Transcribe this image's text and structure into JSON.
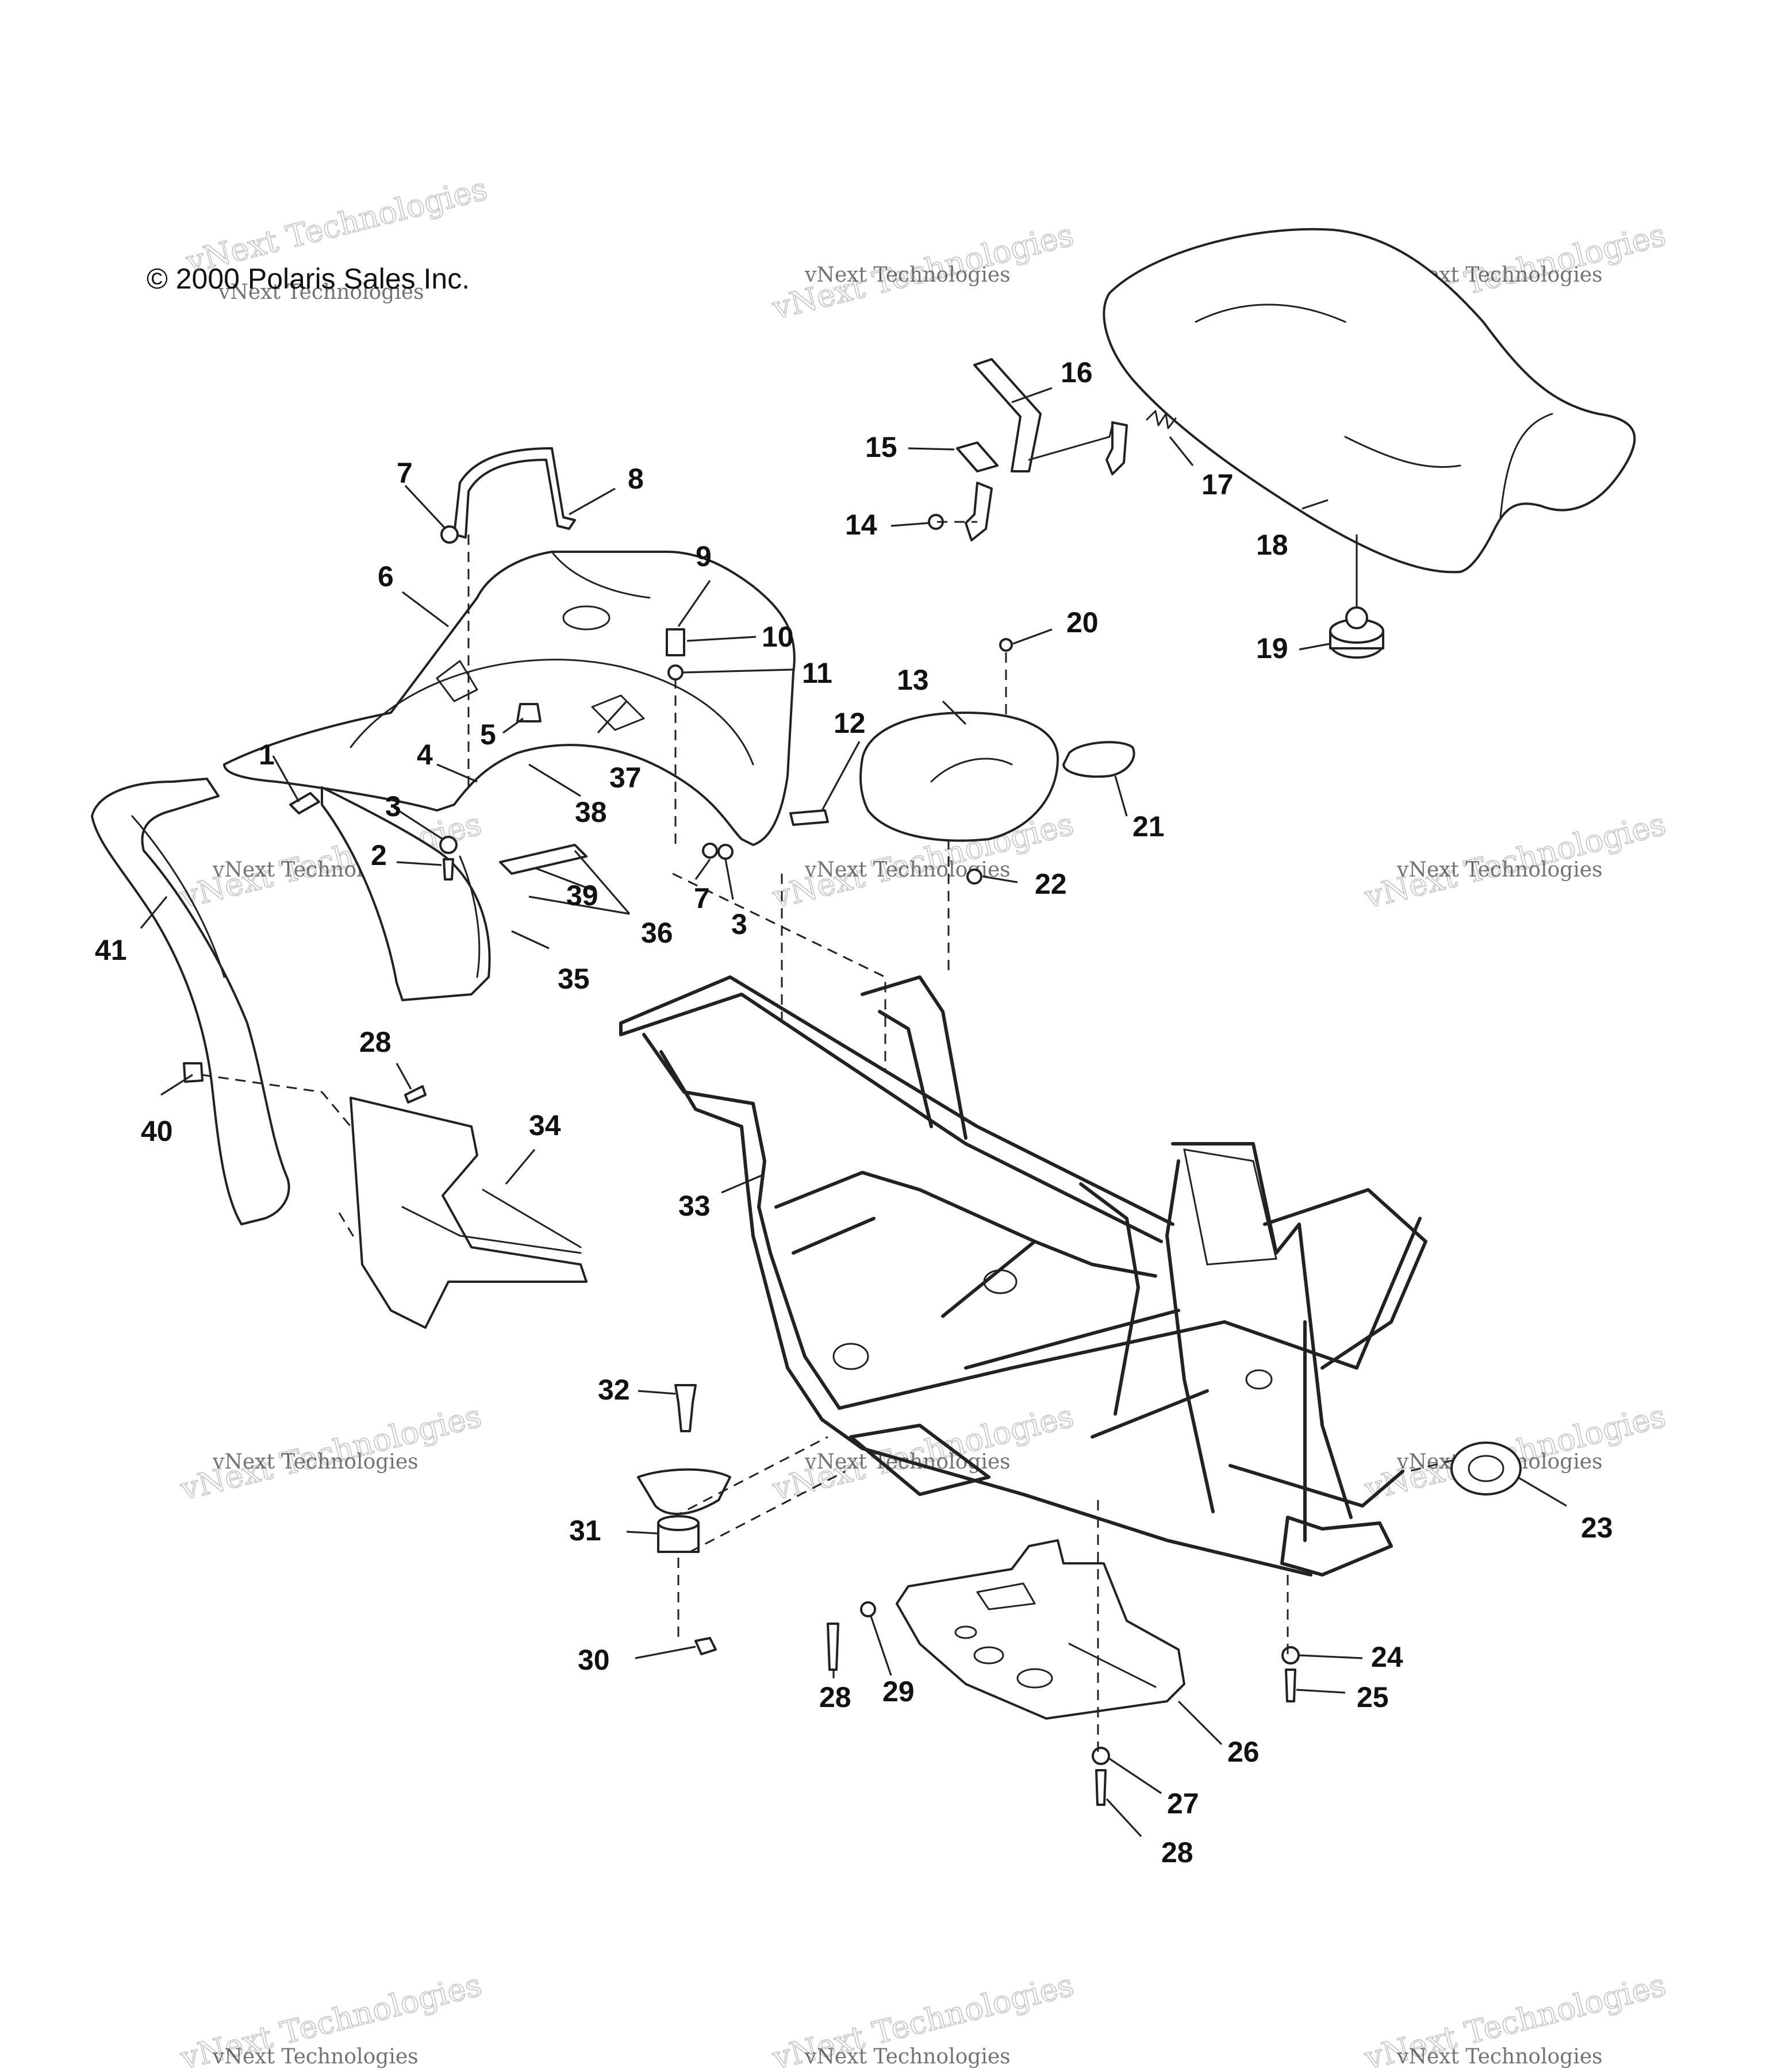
{
  "copyright": "© 2000 Polaris Sales Inc.",
  "watermark": "vNext Technologies",
  "callouts": [
    "1",
    "2",
    "3",
    "3",
    "4",
    "5",
    "6",
    "7",
    "7",
    "8",
    "9",
    "10",
    "11",
    "12",
    "13",
    "14",
    "15",
    "16",
    "17",
    "18",
    "19",
    "20",
    "21",
    "22",
    "23",
    "24",
    "25",
    "26",
    "27",
    "28",
    "28",
    "28",
    "29",
    "30",
    "31",
    "32",
    "33",
    "34",
    "35",
    "36",
    "37",
    "38",
    "39",
    "40",
    "41"
  ]
}
